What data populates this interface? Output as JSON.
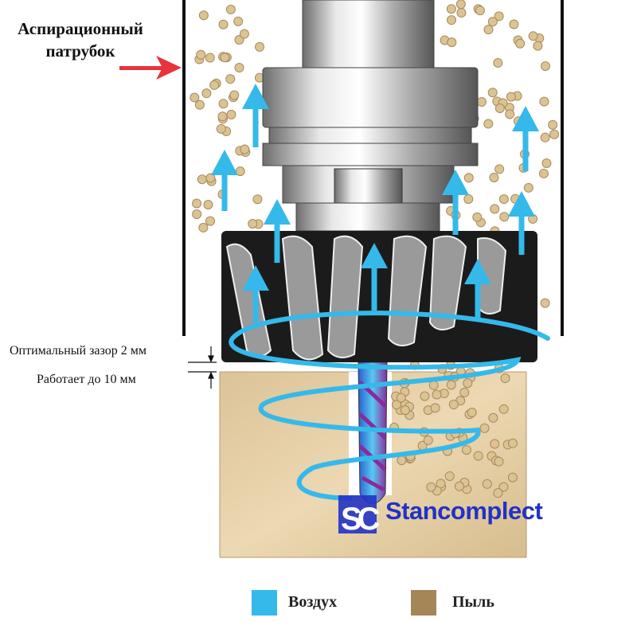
{
  "labels": {
    "port_line1": "Аспирационный",
    "port_line2": "патрубок",
    "gap": "Оптимальный зазор 2 мм",
    "works": "Работает до 10 мм"
  },
  "logo": {
    "mark": "SC",
    "text": "Stancomplect",
    "color": "#2232c4"
  },
  "legend": [
    {
      "label": "Воздух",
      "color": "#35b9ea"
    },
    {
      "label": "Пыль",
      "color": "#a58657"
    }
  ],
  "colors": {
    "air": "#35b9ea",
    "dust_fill": "#dcc393",
    "dust_stroke": "#a78a5c",
    "wood": "#e2cba0",
    "arrow_red": "#e8333c"
  }
}
